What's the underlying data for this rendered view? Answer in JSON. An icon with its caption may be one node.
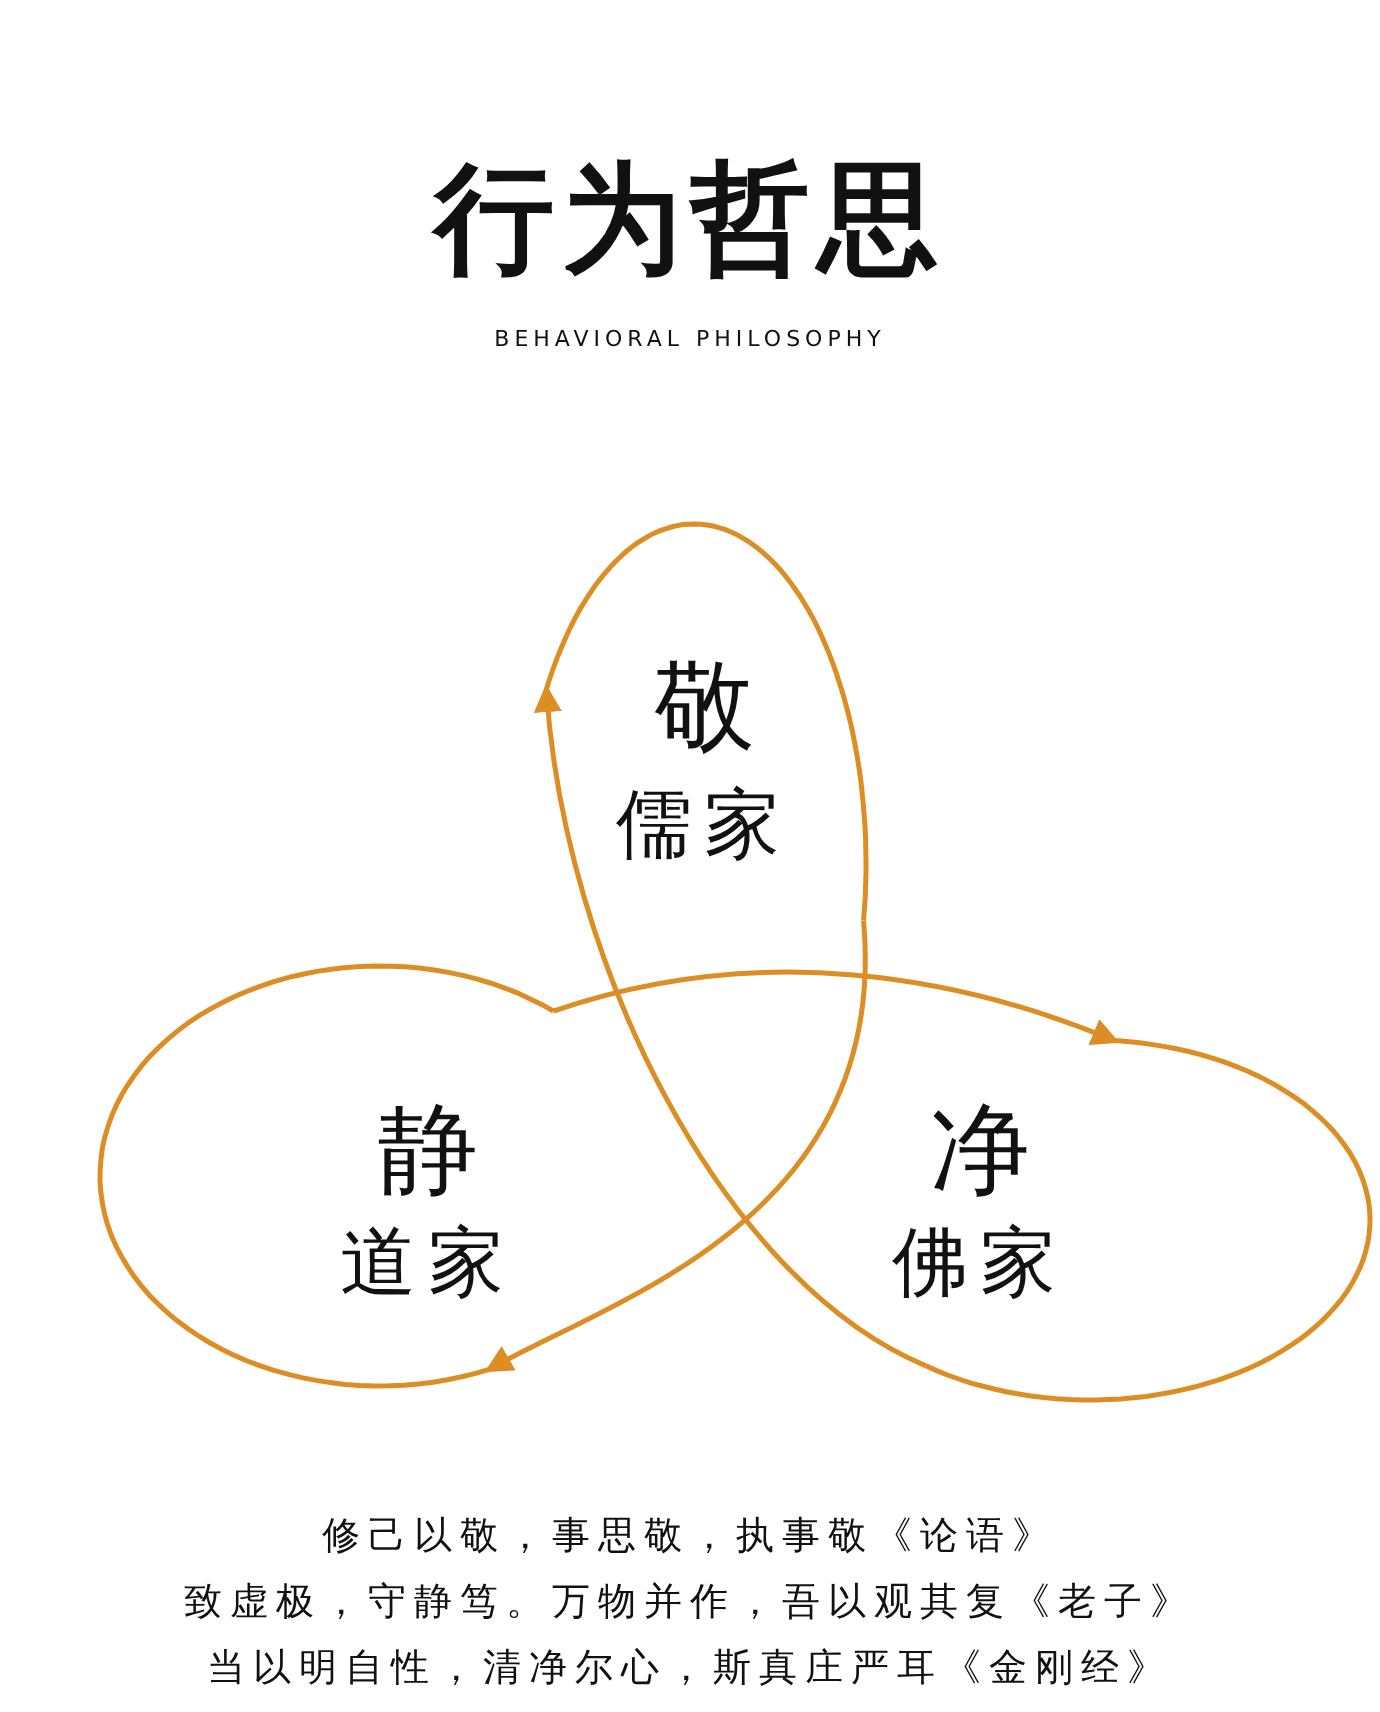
{
  "diagram": {
    "title": "行为哲思",
    "nodes": [
      {
        "text": [
          "敬",
          "儒家"
        ]
      },
      {
        "text": [
          "静",
          "道家"
        ]
      },
      {
        "text": [
          "净",
          "佛家"
        ]
      }
    ],
    "edges": [
      {
        "from": 0,
        "to": 1,
        "arrow": "to"
      },
      {
        "from": 1,
        "to": 2,
        "arrow": "to"
      },
      {
        "from": 2,
        "to": 0,
        "arrow": "to"
      }
    ],
    "labels": [
      "BEHAVIORAL PHILOSOPHY",
      "修己以敬，事思敬，执事敬《论语》",
      "致虚极，守静笃。万物并作，吾以观其复《老子》",
      "当以明自性，清净尔心，斯真庄严耳《金刚经》"
    ]
  }
}
